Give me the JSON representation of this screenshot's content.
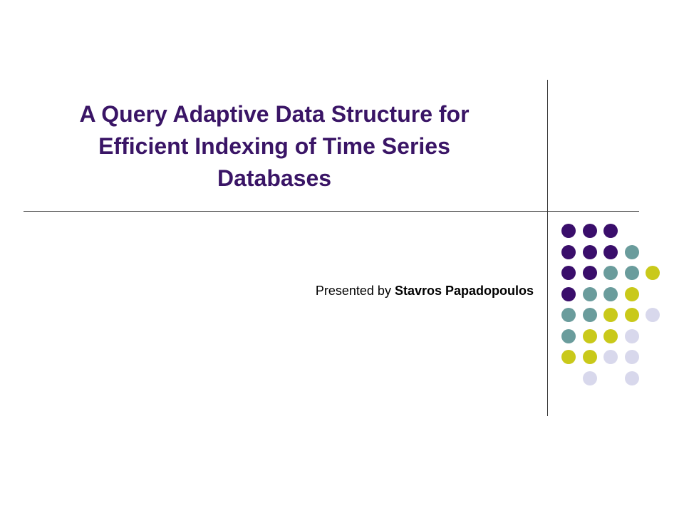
{
  "slide": {
    "title_lines": [
      "A Query Adaptive Data Structure for",
      "Efficient Indexing of Time Series",
      "Databases"
    ],
    "subtitle_prefix": "Presented by ",
    "presenter": "Stavros Papadopoulos"
  },
  "theme": {
    "title_color": "#3a1566",
    "dot_colors": {
      "purple": "#3a0e6b",
      "teal": "#6a9c9c",
      "lime": "#c9c91a",
      "lavender": "#d8d8ec"
    }
  },
  "decoration": {
    "dot_rows": [
      [
        "purple",
        "purple",
        "purple",
        null,
        null
      ],
      [
        "purple",
        "purple",
        "purple",
        "teal",
        null
      ],
      [
        "purple",
        "purple",
        "teal",
        "teal",
        "lime"
      ],
      [
        "purple",
        "teal",
        "teal",
        "lime",
        null
      ],
      [
        "teal",
        "teal",
        "lime",
        "lime",
        "lavender"
      ],
      [
        "teal",
        "lime",
        "lime",
        "lavender",
        null
      ],
      [
        "lime",
        "lime",
        "lavender",
        "lavender",
        null
      ],
      [
        null,
        "lavender",
        null,
        "lavender",
        null
      ]
    ]
  }
}
